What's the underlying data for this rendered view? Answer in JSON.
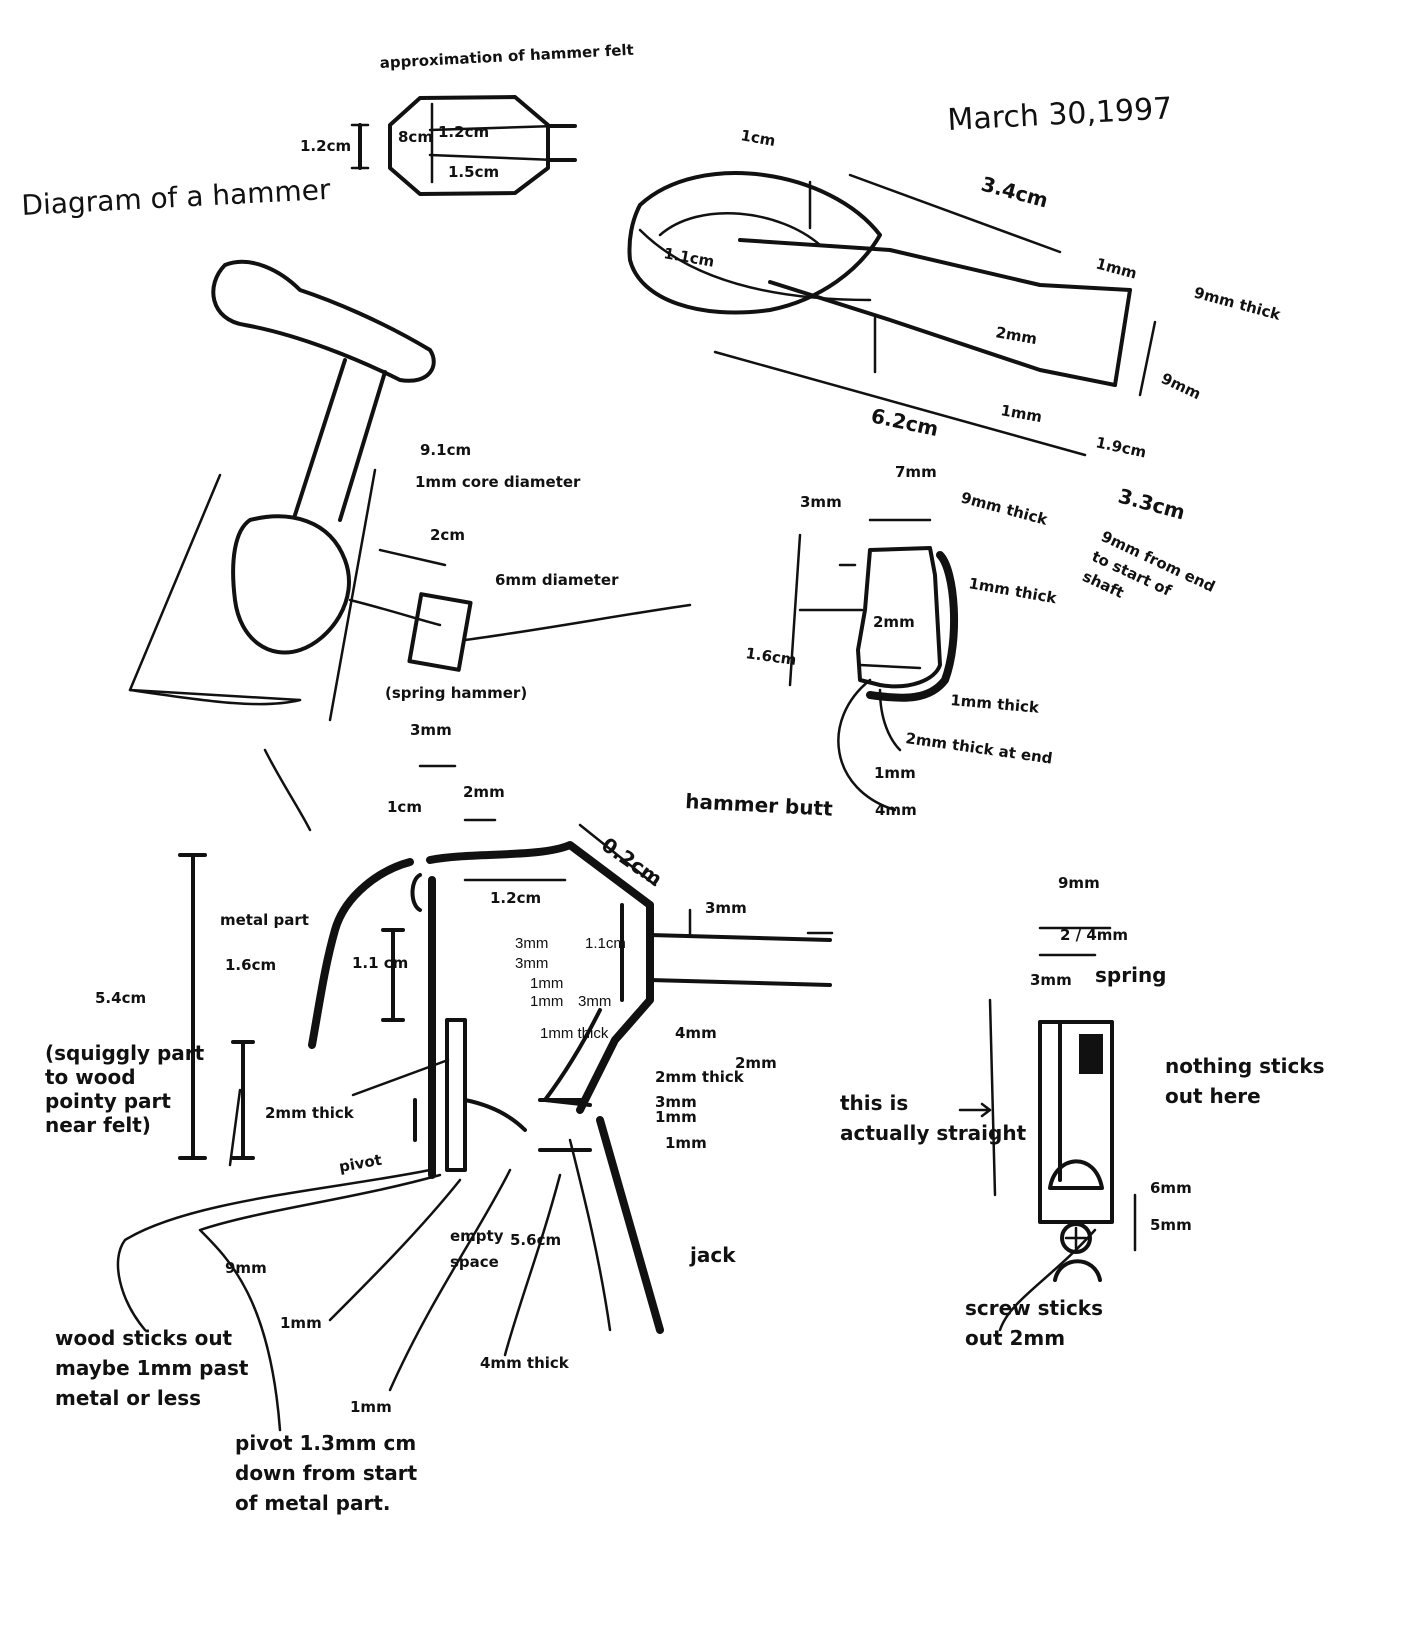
{
  "title": "Diagram of a hammer",
  "date": "March 30,1997",
  "felt_sketch": {
    "title": "approximation of hammer felt",
    "labels": [
      "1.2cm",
      "8cm",
      "1.2cm",
      "1.5cm"
    ]
  },
  "side_view": {
    "labels": [
      "1cm",
      "3.4cm",
      "1.1cm",
      "1mm",
      "9mm thick",
      "2mm",
      "9mm",
      "1mm",
      "1.9cm",
      "6.2cm",
      "3.3cm",
      "9mm from end to start of shaft"
    ]
  },
  "hammer_overview": {
    "labels": [
      "9.1cm",
      "1mm core diameter",
      "2cm",
      "6mm diameter",
      "(spring hammer)"
    ]
  },
  "hammer_butt": {
    "title": "hammer butt",
    "labels": [
      "7mm",
      "9mm thick",
      "3mm",
      "1mm thick",
      "1.6cm",
      "2mm",
      "1mm thick",
      "2mm thick at end",
      "1mm",
      "4mm"
    ]
  },
  "metal_part": {
    "labels": [
      "3mm",
      "1cm",
      "2mm",
      "0.2cm",
      "1.2cm",
      "3mm",
      "metal part",
      "1.6cm",
      "1.1 cm",
      "1.1cm",
      "3mm",
      "3mm",
      "1mm",
      "1mm",
      "3mm",
      "1mm thick",
      "4mm",
      "2mm",
      "2mm thick",
      "3mm",
      "1mm",
      "1mm",
      "5.4cm",
      "(squiggly part to wood pointy part near felt)",
      "2mm thick",
      "pivot",
      "9mm",
      "empty space",
      "5.6cm",
      "jack",
      "1mm",
      "4mm thick",
      "1mm",
      "wood sticks out maybe 1mm past metal or less",
      "pivot 1.3mm cm down from start of metal part."
    ]
  },
  "spring_detail": {
    "labels": [
      "9mm",
      "2 / 4mm",
      "3mm",
      "spring",
      "nothing sticks out here",
      "this is actually straight",
      "6mm",
      "5mm",
      "screw sticks out 2mm"
    ]
  }
}
